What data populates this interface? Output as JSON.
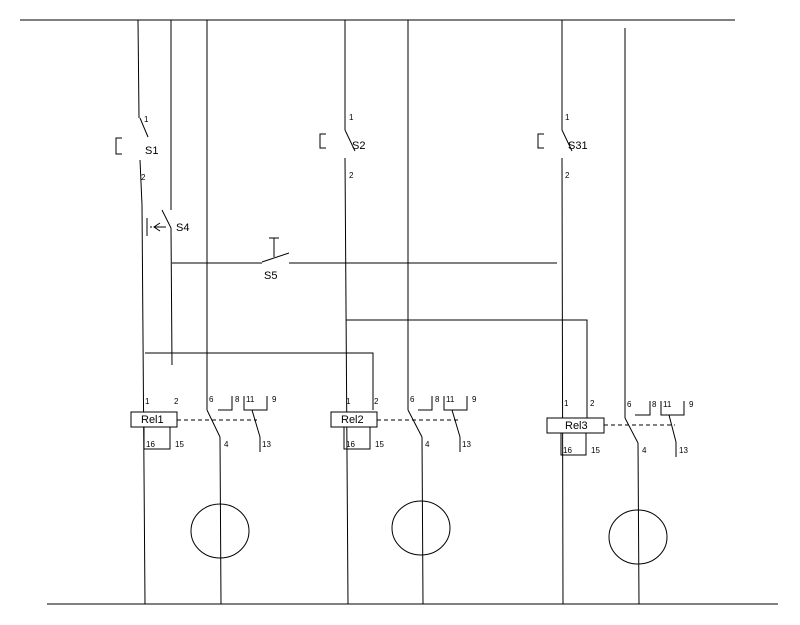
{
  "switches": {
    "s1": {
      "label": "S1",
      "pin_top": "1",
      "pin_bottom": "2"
    },
    "s2": {
      "label": "S2",
      "pin_top": "1",
      "pin_bottom": "2"
    },
    "s31": {
      "label": "S31",
      "pin_top": "1",
      "pin_bottom": "2"
    },
    "s4": {
      "label": "S4"
    },
    "s5": {
      "label": "S5"
    }
  },
  "relays": [
    {
      "label": "Rel1",
      "coil_pins": {
        "p1": "1",
        "p2": "2",
        "p16": "16",
        "p15": "15"
      },
      "contact_pins": {
        "p6": "6",
        "p8": "8",
        "p11": "11",
        "p9": "9",
        "p4": "4",
        "p13": "13"
      }
    },
    {
      "label": "Rel2",
      "coil_pins": {
        "p1": "1",
        "p2": "2",
        "p16": "16",
        "p15": "15"
      },
      "contact_pins": {
        "p6": "6",
        "p8": "8",
        "p11": "11",
        "p9": "9",
        "p4": "4",
        "p13": "13"
      }
    },
    {
      "label": "Rel3",
      "coil_pins": {
        "p1": "1",
        "p2": "2",
        "p16": "16",
        "p15": "15"
      },
      "contact_pins": {
        "p6": "6",
        "p8": "8",
        "p11": "11",
        "p9": "9",
        "p4": "4",
        "p13": "13"
      }
    }
  ],
  "colors": {
    "line": "#000000",
    "background": "#ffffff"
  }
}
